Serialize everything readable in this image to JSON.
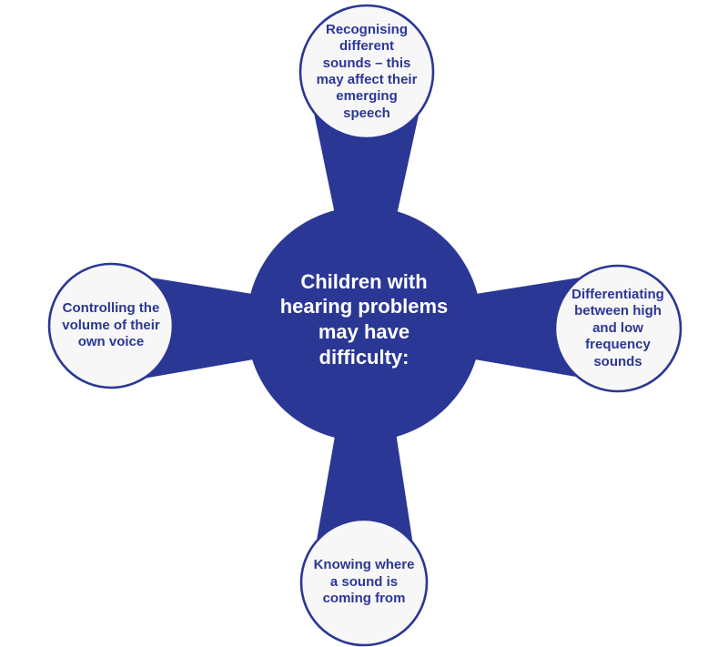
{
  "diagram": {
    "title": "Children with hearing problems diagram",
    "center": {
      "text": "Children with\nhearing problems\nmay have\ndifficulty:"
    },
    "nodes": [
      {
        "id": "top",
        "text": "Recognising\ndifferent\nsounds – this\nmay affect their\nemerging\nspeech"
      },
      {
        "id": "right",
        "text": "Differentiating\nbetween high\nand low\nfrequency\nsounds"
      },
      {
        "id": "bottom",
        "text": "Knowing where\na sound is\ncoming from"
      },
      {
        "id": "left",
        "text": "Controlling the\nvolume of their\nown voice"
      }
    ],
    "colors": {
      "primary_blue": "#2b3794",
      "node_fill": "#f7f7f7",
      "center_text": "#ffffff",
      "background": "#ffffff"
    }
  }
}
